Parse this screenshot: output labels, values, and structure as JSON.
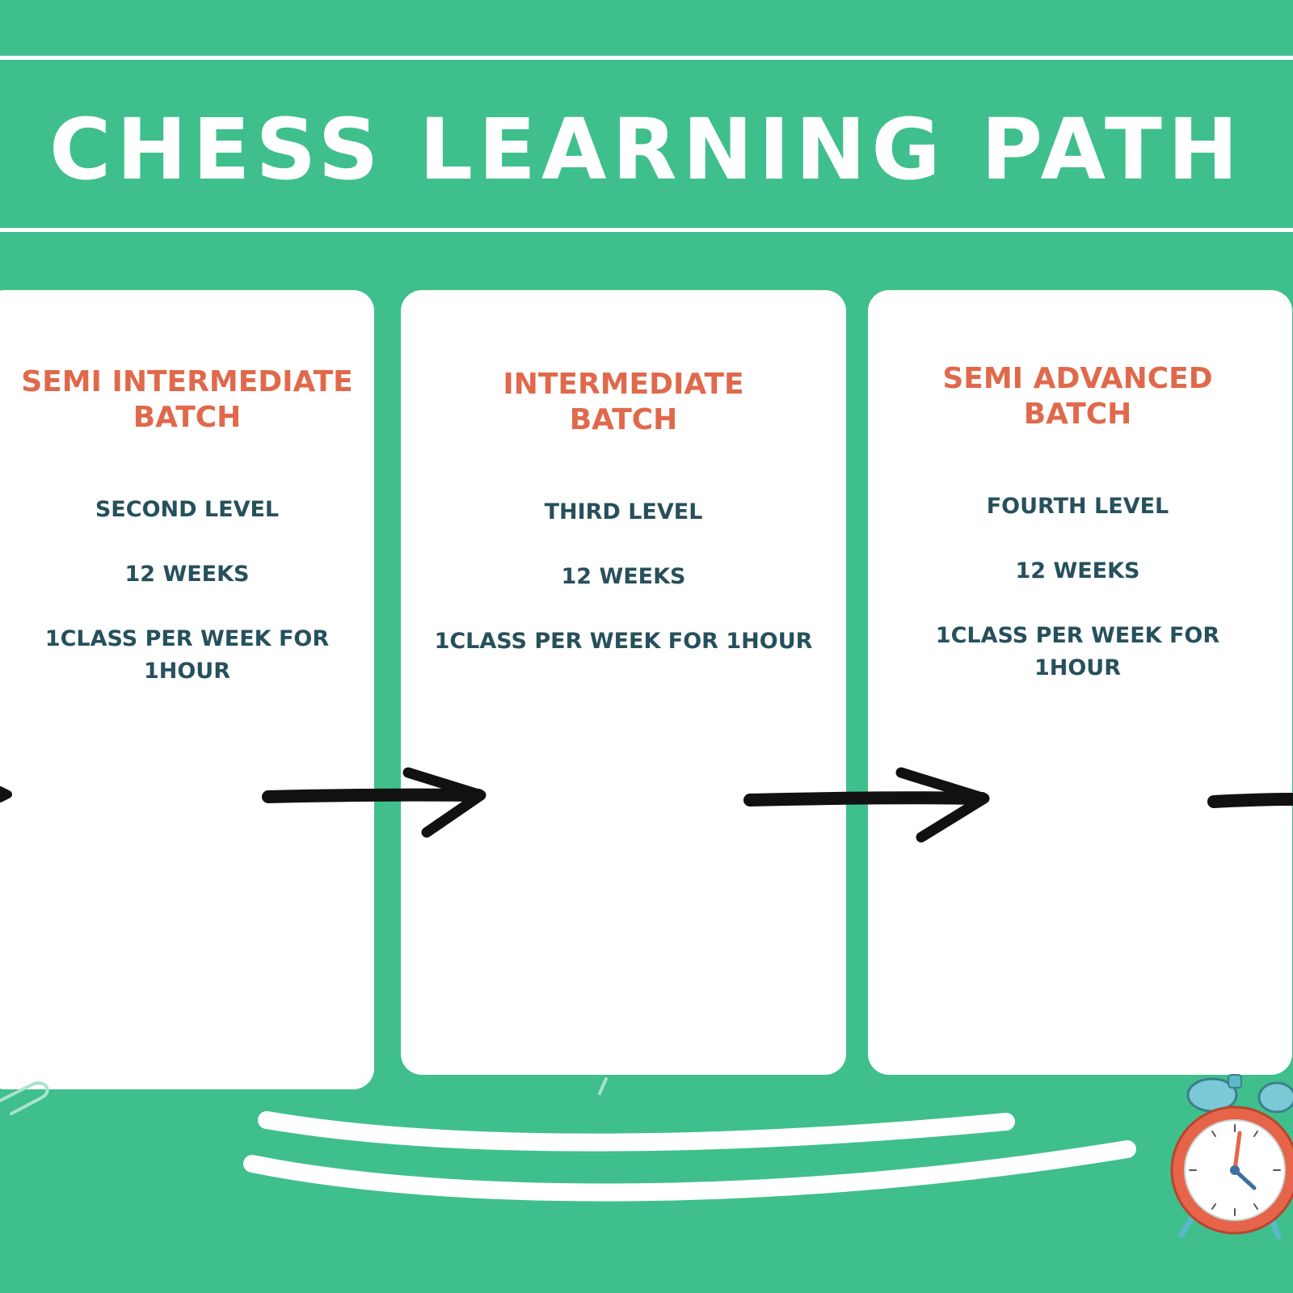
{
  "header": {
    "title": "CHESS LEARNING PATH"
  },
  "cards": [
    {
      "title": "SEMI INTERMEDIATE\nBATCH",
      "level": "SECOND LEVEL",
      "duration": "12 WEEKS",
      "schedule": "1CLASS PER WEEK FOR 1HOUR"
    },
    {
      "title": "INTERMEDIATE\nBATCH",
      "level": "THIRD LEVEL",
      "duration": "12 WEEKS",
      "schedule": "1CLASS PER WEEK FOR 1HOUR"
    },
    {
      "title": "SEMI ADVANCED\nBATCH",
      "level": "FOURTH LEVEL",
      "duration": "12 WEEKS",
      "schedule": "1CLASS PER WEEK FOR 1HOUR"
    }
  ],
  "icons": [
    "arrow-icon",
    "alarm-clock-icon",
    "paperclip-icon"
  ],
  "colors": {
    "background": "#3fbf8c",
    "card": "#ffffff",
    "heading": "#e0694b",
    "body_text": "#26505c",
    "arrow": "#111111"
  }
}
